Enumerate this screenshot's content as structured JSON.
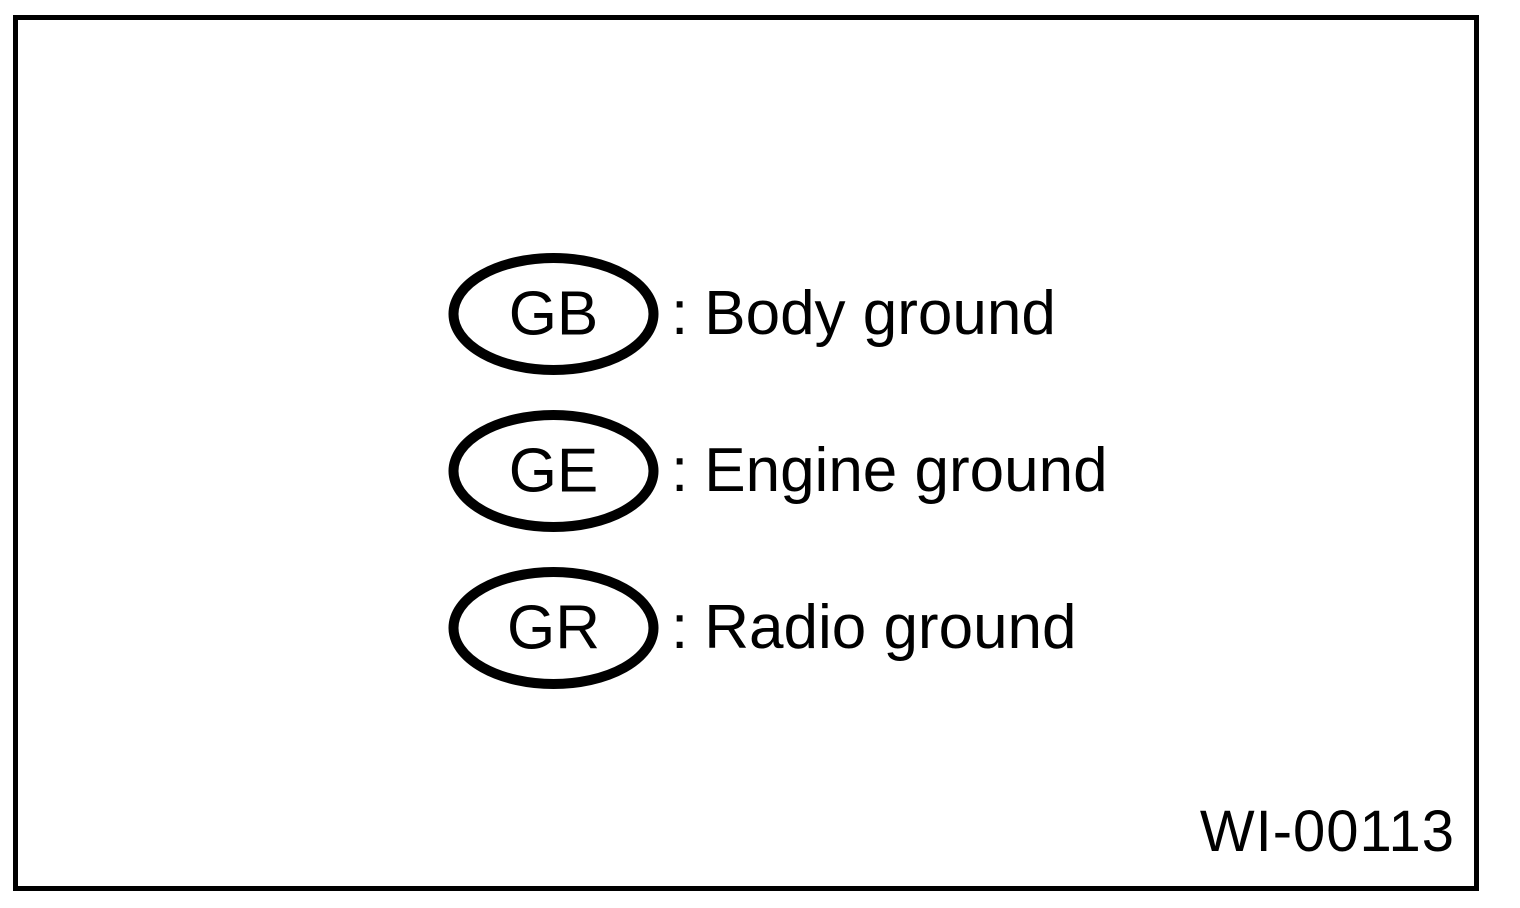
{
  "figure": {
    "reference_code": "WI-00113",
    "frame_color": "#000000",
    "background_color": "#ffffff",
    "text_color": "#000000"
  },
  "legend": {
    "rows": [
      {
        "symbol": "GB",
        "separator": ":",
        "label": "Body ground",
        "symbol_shape": "ellipse"
      },
      {
        "symbol": "GE",
        "separator": ":",
        "label": "Engine ground",
        "symbol_shape": "ellipse"
      },
      {
        "symbol": "GR",
        "separator": ":",
        "label": "Radio ground",
        "symbol_shape": "ellipse"
      }
    ]
  }
}
